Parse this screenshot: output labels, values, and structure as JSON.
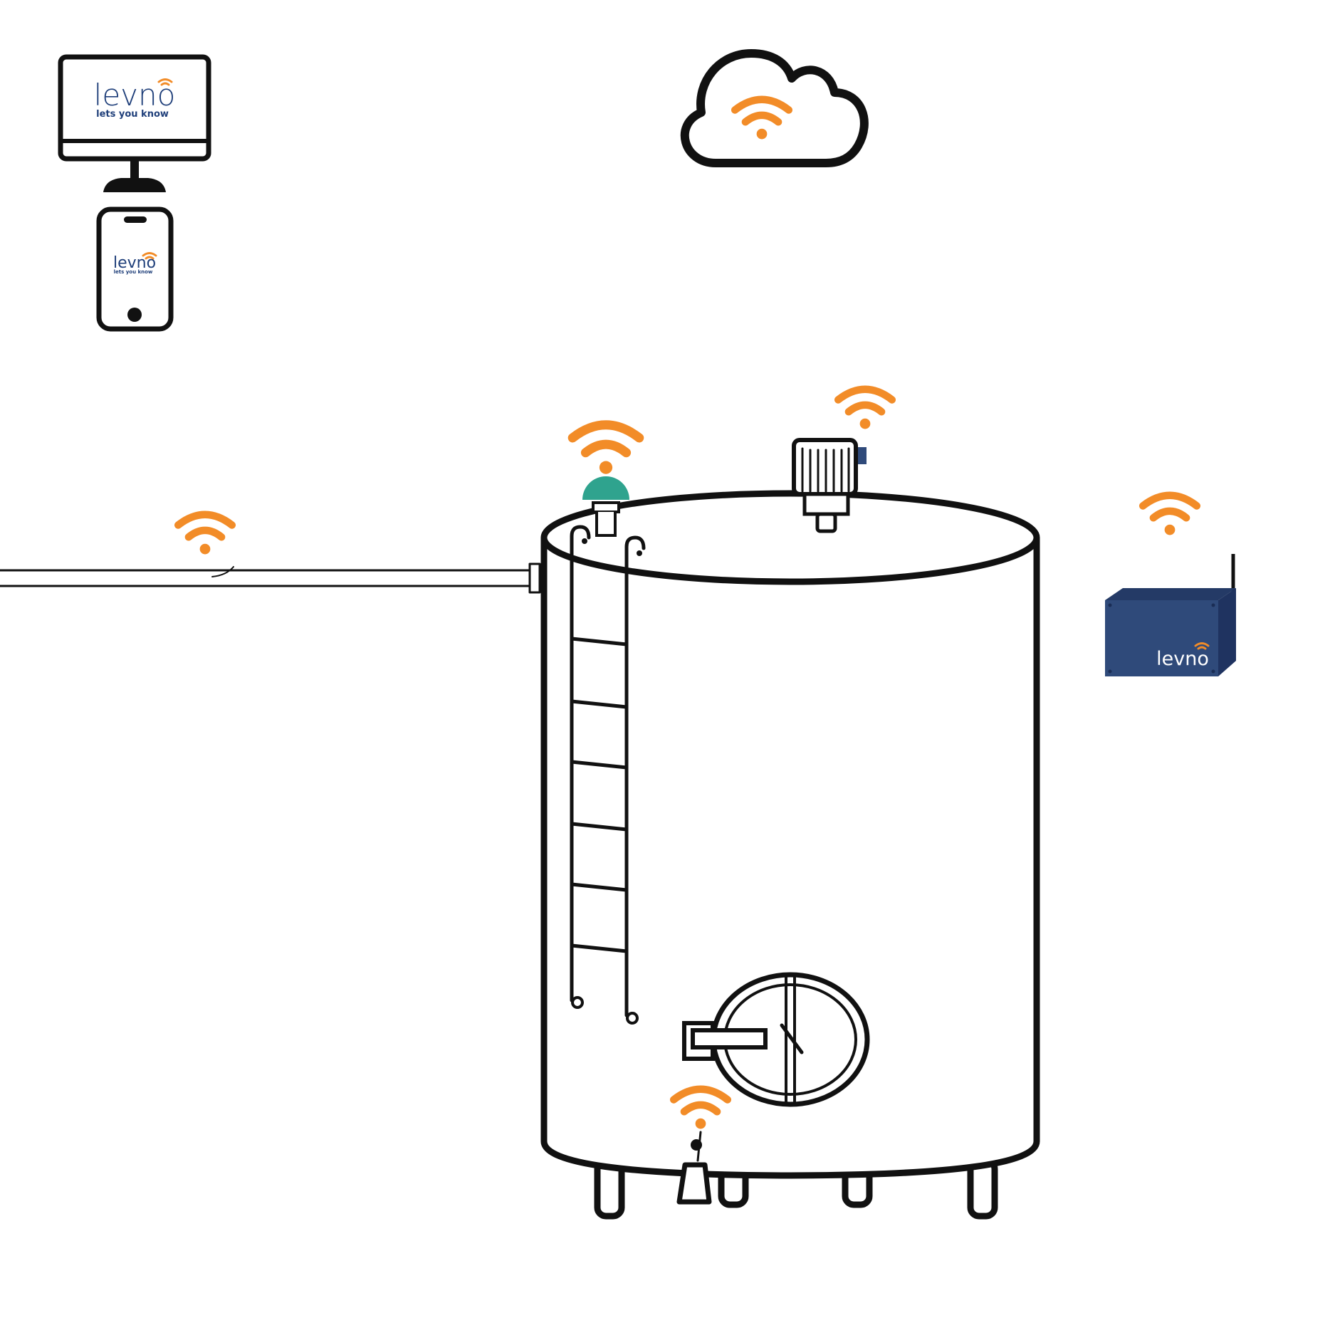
{
  "colors": {
    "outline": "#111111",
    "wifi": "#f28c28",
    "brand_blue": "#1f3f7a",
    "gateway_blue": "#2f4a7a",
    "sensor_teal": "#2fa38e",
    "background": "#ffffff"
  },
  "monitor": {
    "logo_text": "levno",
    "tagline": "lets you know"
  },
  "phone": {
    "logo_text": "levno",
    "tagline": "lets you know"
  },
  "gateway": {
    "logo_text": "levno"
  },
  "icons": [
    "cloud-icon",
    "wifi-icon",
    "monitor-icon",
    "phone-icon",
    "gateway-icon",
    "tank-icon",
    "ladder-icon",
    "manhole-icon",
    "sensor-icon"
  ]
}
